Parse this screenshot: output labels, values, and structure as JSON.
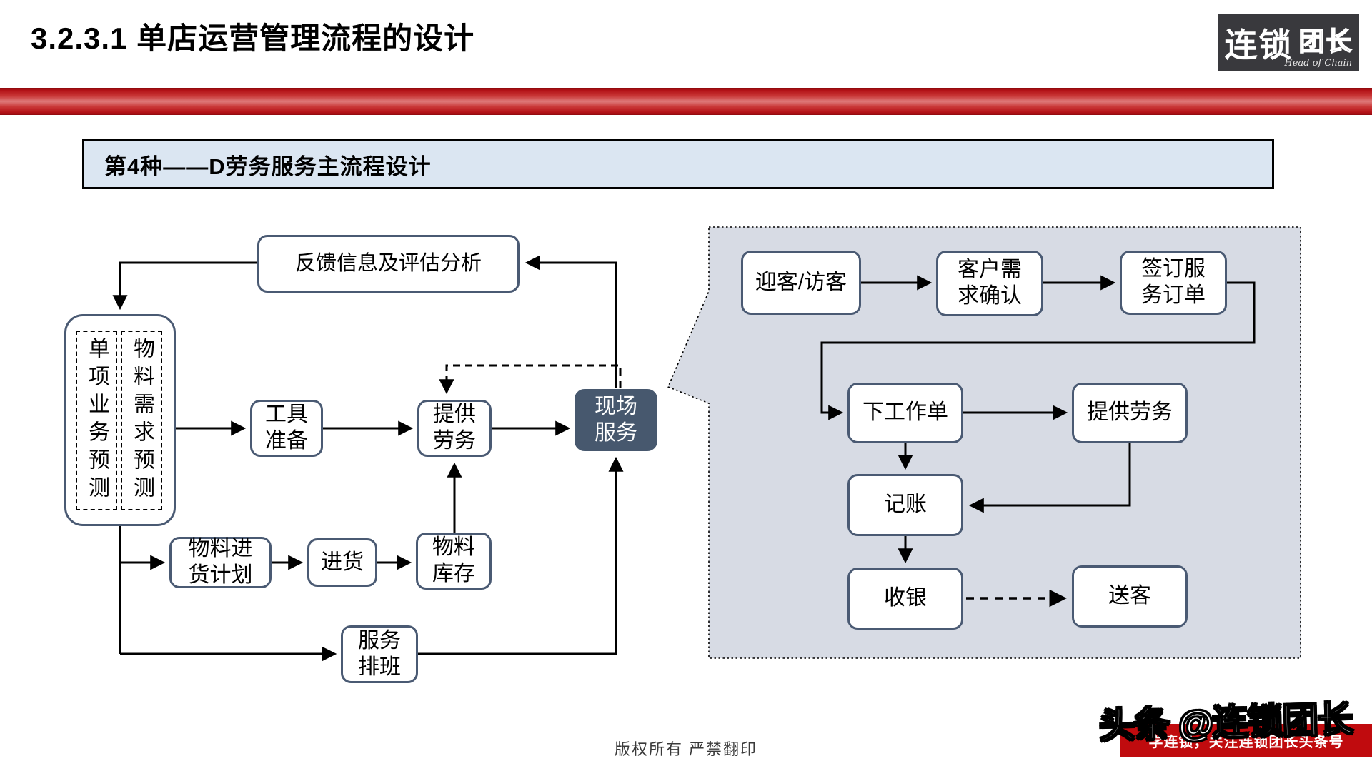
{
  "slide": {
    "title": "3.2.3.1  单店运营管理流程的设计",
    "section_header": "第4种——D劳务服务主流程设计",
    "footer": "版权所有  严禁翻印"
  },
  "logo": {
    "main": "连锁",
    "secondary": "团长",
    "tagline": "Head of Chain"
  },
  "watermark": {
    "big_text": "头条 @连锁团长",
    "small_text": "学连锁，关注连锁团长头条号"
  },
  "left_flow": {
    "feedback": "反馈信息及评估分析",
    "forecast_single_business": "单项业务预测",
    "forecast_material_need": "物料需求预测",
    "tool_prep": "工具\n准备",
    "provide_labor": "提供\n劳务",
    "onsite_service": "现场\n服务",
    "material_purchase_plan": "物料进\n货计划",
    "purchase": "进货",
    "material_stock": "物料\n库存",
    "service_schedule": "服务\n排班"
  },
  "right_flow": {
    "welcome_visit": "迎客/访客",
    "customer_need_confirm": "客户需\n求确认",
    "sign_service_order": "签订服\n务订单",
    "place_work_order": "下工作单",
    "provide_labor": "提供劳务",
    "bookkeeping": "记账",
    "cashier": "收银",
    "send_off_guest": "送客"
  },
  "colors": {
    "accent_red": "#c00b0e",
    "red_bar_gradient_mid": "#de7a7a",
    "header_fill": "#dbe6f2",
    "node_border": "#4a5a73",
    "node_dark_fill": "#47586E",
    "panel_fill": "#d7dbe4"
  }
}
